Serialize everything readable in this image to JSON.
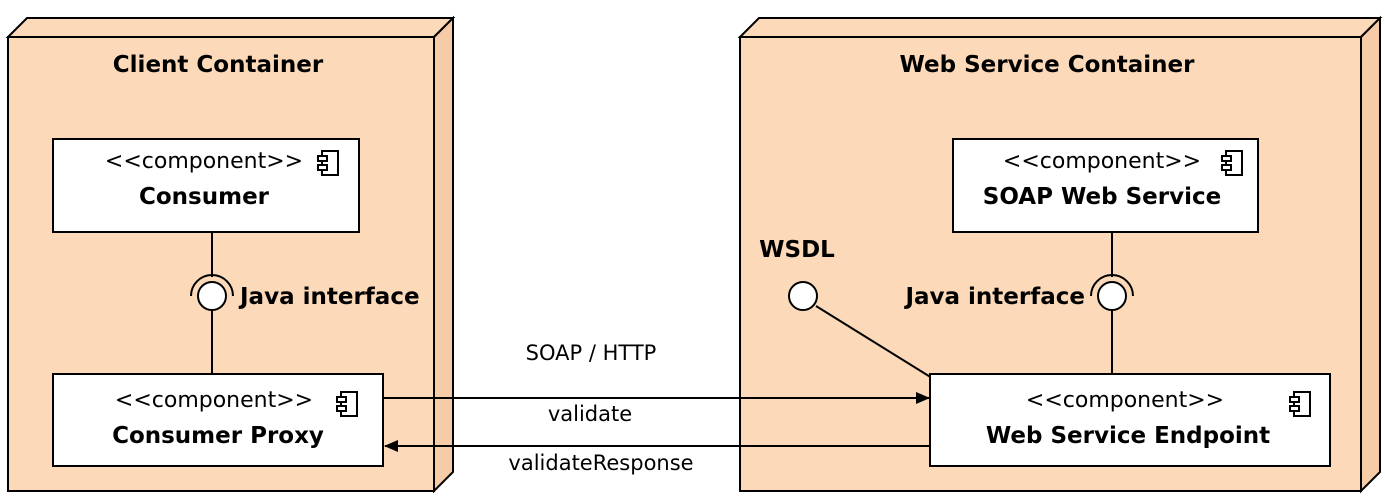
{
  "colors": {
    "node_fill": "#FBD9B9",
    "node_side": "#F5CBA8",
    "stroke": "#000000",
    "component_fill": "#FFFFFF"
  },
  "client_node": {
    "title": "Client Container",
    "consumer": {
      "stereotype": "<<component>>",
      "name": "Consumer",
      "icon": "component-icon"
    },
    "interface_label": "Java interface",
    "proxy": {
      "stereotype": "<<component>>",
      "name": "Consumer Proxy",
      "icon": "component-icon"
    }
  },
  "service_node": {
    "title": "Web Service Container",
    "service": {
      "stereotype": "<<component>>",
      "name": "SOAP Web Service",
      "icon": "component-icon"
    },
    "wsdl_label": "WSDL",
    "interface_label": "Java interface",
    "endpoint": {
      "stereotype": "<<component>>",
      "name": "Web Service Endpoint",
      "icon": "component-icon"
    }
  },
  "connection": {
    "protocol_label": "SOAP / HTTP",
    "request_label": "validate",
    "response_label": "validateResponse"
  }
}
